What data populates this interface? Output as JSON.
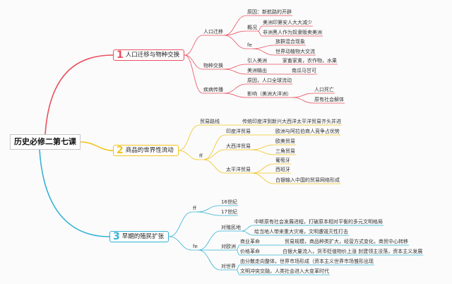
{
  "root": {
    "title": "历史必修二第七课"
  },
  "colors": {
    "branch_1": "#e9505e",
    "branch_2": "#f2c31c",
    "branch_3": "#33b3d6"
  },
  "branches": [
    {
      "number": "1",
      "label": "人口迁移与物种交换",
      "children": [
        {
          "label": "人口迁移",
          "children": [
            {
              "label": "原因：新航路的开辟"
            },
            {
              "label": "概况",
              "children": [
                {
                  "label": "美洲印第安人大大减少"
                },
                {
                  "label": "非洲黑人作为奴隶贩卖美洲"
                }
              ]
            },
            {
              "label": "fe",
              "children": [
                {
                  "label": "族群混合现象"
                },
                {
                  "label": "世界动植物大交流"
                }
              ]
            }
          ]
        },
        {
          "label": "物种交换",
          "children": [
            {
              "label": "引入美洲",
              "children": [
                {
                  "label": "家畜家禽，农作物，水果"
                }
              ]
            },
            {
              "label": "美洲输出",
              "children": [
                {
                  "label": "南瓜马甘可"
                }
              ]
            }
          ]
        },
        {
          "label": "疾病传播",
          "children": [
            {
              "label": "原因，人口全球流动"
            },
            {
              "label": "影响（美洲大洋洲）",
              "children": [
                {
                  "label": "人口死亡"
                },
                {
                  "label": "原有社会解体"
                }
              ]
            }
          ]
        }
      ]
    },
    {
      "number": "2",
      "label": "商品的世界性流动",
      "children": [
        {
          "label": "贸易路线",
          "children": [
            {
              "label": "传统印度洋到新兴大西洋太平洋贸易齐头并进"
            }
          ]
        },
        {
          "label": "ff",
          "children": [
            {
              "label": "印度洋贸易",
              "children": [
                {
                  "label": "欧洲与阿拉伯商人竞争占优势"
                }
              ]
            },
            {
              "label": "大西洋贸易",
              "children": [
                {
                  "label": "欧美贸易"
                },
                {
                  "label": "三角贸易"
                }
              ]
            },
            {
              "label": "太平洋贸易",
              "children": [
                {
                  "label": "葡萄牙"
                },
                {
                  "label": "西班牙"
                },
                {
                  "label": "白银输入中国的贸易网络形成"
                }
              ]
            }
          ]
        }
      ]
    },
    {
      "number": "3",
      "label": "早期的殖民扩张",
      "children": [
        {
          "label": "ff",
          "children": [
            {
              "label": "16世纪"
            },
            {
              "label": "17世纪"
            }
          ]
        },
        {
          "label": "fe",
          "children": [
            {
              "label": "对殖民地",
              "children": [
                {
                  "label": "中断原有社会发展进程，打破原本相对平衡的多元文明格局"
                },
                {
                  "label": "给当地人带来重大灾难，文明遭毁灭性打击"
                }
              ]
            },
            {
              "label": "对欧洲",
              "children": [
                {
                  "label": "商业革命",
                  "children": [
                    {
                      "label": "贸易规模，商品种类扩大，经营方式变化，商贸中心转移"
                    }
                  ]
                },
                {
                  "label": "价格革命",
                  "children": [
                    {
                      "label": "白银大量流入，货币贬值物价上涨 封建领主没落，资本主义发展"
                    }
                  ]
                }
              ]
            },
            {
              "label": "对世界",
              "children": [
                {
                  "label": "由分散走向整体，世界市场形成（资本主义世界市场雏形出现"
                },
                {
                  "label": "文明冲突交融，人类社会进入大变革时代"
                }
              ]
            }
          ]
        }
      ]
    }
  ]
}
